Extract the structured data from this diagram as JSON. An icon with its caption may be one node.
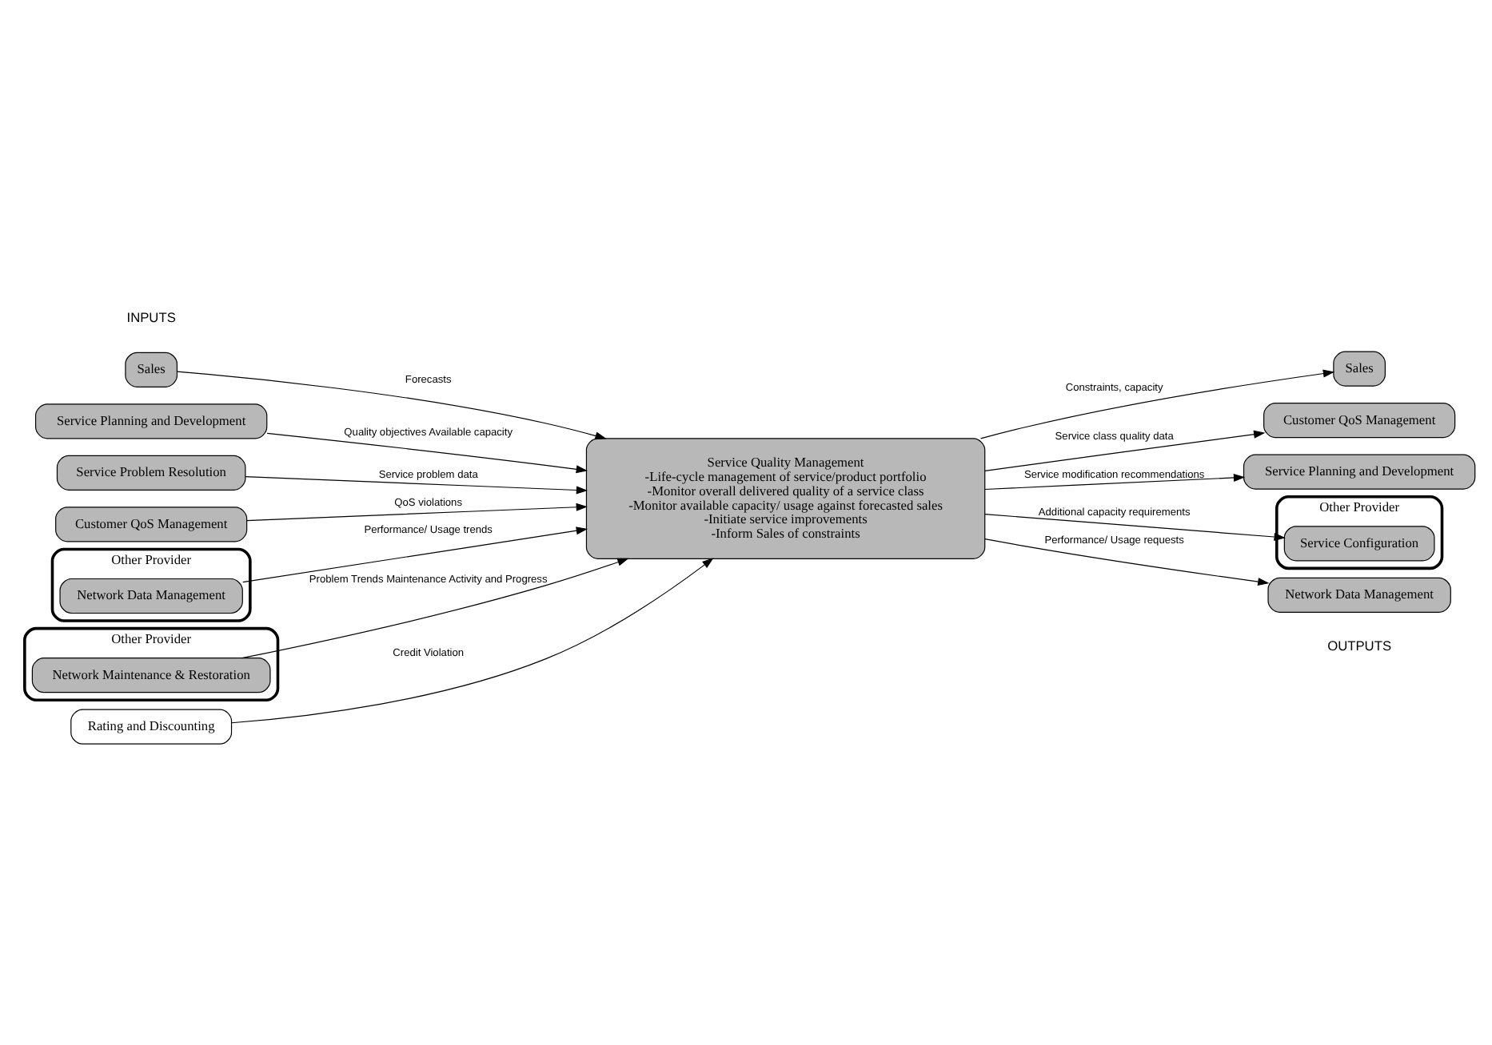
{
  "diagram": {
    "nodes": [
      {
        "text": [
          "Sales"
        ]
      },
      {
        "text": [
          "Service Planning and Development"
        ]
      },
      {
        "text": [
          "Service Problem Resolution"
        ]
      },
      {
        "text": [
          "Customer QoS Management"
        ]
      },
      {
        "text": [
          "Other Provider"
        ]
      },
      {
        "text": [
          "Network Data Management"
        ],
        "in": 4
      },
      {
        "text": [
          "Other Provider"
        ]
      },
      {
        "text": [
          "Network Maintenance & Restoration"
        ],
        "in": 6
      },
      {
        "text": [
          "Service Quality Management",
          "-Life-cycle management of service/product portfolio",
          "-Monitor overall delivered quality of a service class",
          "-Monitor available capacity/ usage against forecasted sales",
          "-Initiate service improvements",
          "-Inform Sales of constraints"
        ]
      },
      {
        "text": [
          "Rating and Discounting"
        ]
      },
      {
        "text": [
          "Sales"
        ]
      },
      {
        "text": [
          "Customer QoS Management"
        ]
      },
      {
        "text": [
          "Service Planning and Development"
        ]
      },
      {
        "text": [
          "Other Provider"
        ]
      },
      {
        "text": [
          "Service Configuration"
        ],
        "in": 13
      },
      {
        "text": [
          "Network Data Management"
        ]
      }
    ],
    "edges": [
      {
        "from": 0,
        "to": 8,
        "arrow": "to",
        "label": "Forecasts"
      },
      {
        "from": 1,
        "to": 8,
        "arrow": "to",
        "label": "Quality objectives Available capacity"
      },
      {
        "from": 2,
        "to": 8,
        "arrow": "to",
        "label": "Service problem data"
      },
      {
        "from": 3,
        "to": 8,
        "arrow": "to",
        "label": "QoS violations"
      },
      {
        "from": 5,
        "to": 8,
        "arrow": "to",
        "label": "Performance/ Usage trends"
      },
      {
        "from": 7,
        "to": 8,
        "arrow": "to",
        "label": "Problem Trends Maintenance Activity and Progress"
      },
      {
        "from": 9,
        "to": 8,
        "arrow": "to",
        "label": "Credit Violation"
      },
      {
        "from": 8,
        "to": 10,
        "arrow": "to",
        "label": "Constraints, capacity"
      },
      {
        "from": 8,
        "to": 11,
        "arrow": "to",
        "label": "Service class quality data"
      },
      {
        "from": 8,
        "to": 12,
        "arrow": "to",
        "label": "Service modification recommendations"
      },
      {
        "from": 8,
        "to": 14,
        "arrow": "to",
        "label": "Additional capacity requirements"
      },
      {
        "from": 8,
        "to": 15,
        "arrow": "to",
        "label": "Performance/ Usage requests"
      }
    ],
    "labels": [
      "INPUTS",
      "OUTPUTS"
    ]
  }
}
